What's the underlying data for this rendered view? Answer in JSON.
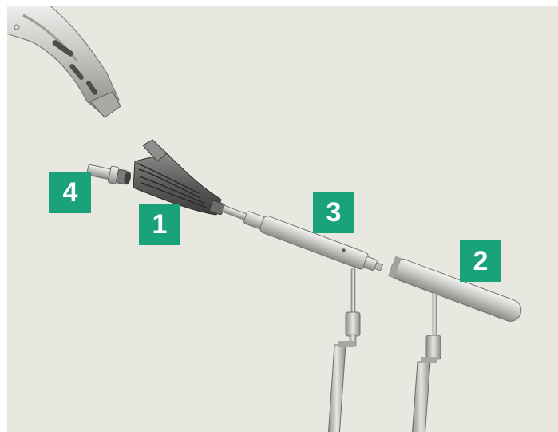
{
  "figure": {
    "background_color": "#e9e8e0",
    "badge_color": "#1aa37a",
    "labels": [
      {
        "id": "1",
        "text": "1"
      },
      {
        "id": "2",
        "text": "2"
      },
      {
        "id": "3",
        "text": "3"
      },
      {
        "id": "4",
        "text": "4"
      }
    ],
    "parts": [
      "cup-impactor-handle-icon",
      "connector-adapter-icon",
      "inserter-sleeve-icon",
      "inserter-shaft-icon",
      "protective-tube-icon",
      "guide-rod-icon"
    ]
  }
}
